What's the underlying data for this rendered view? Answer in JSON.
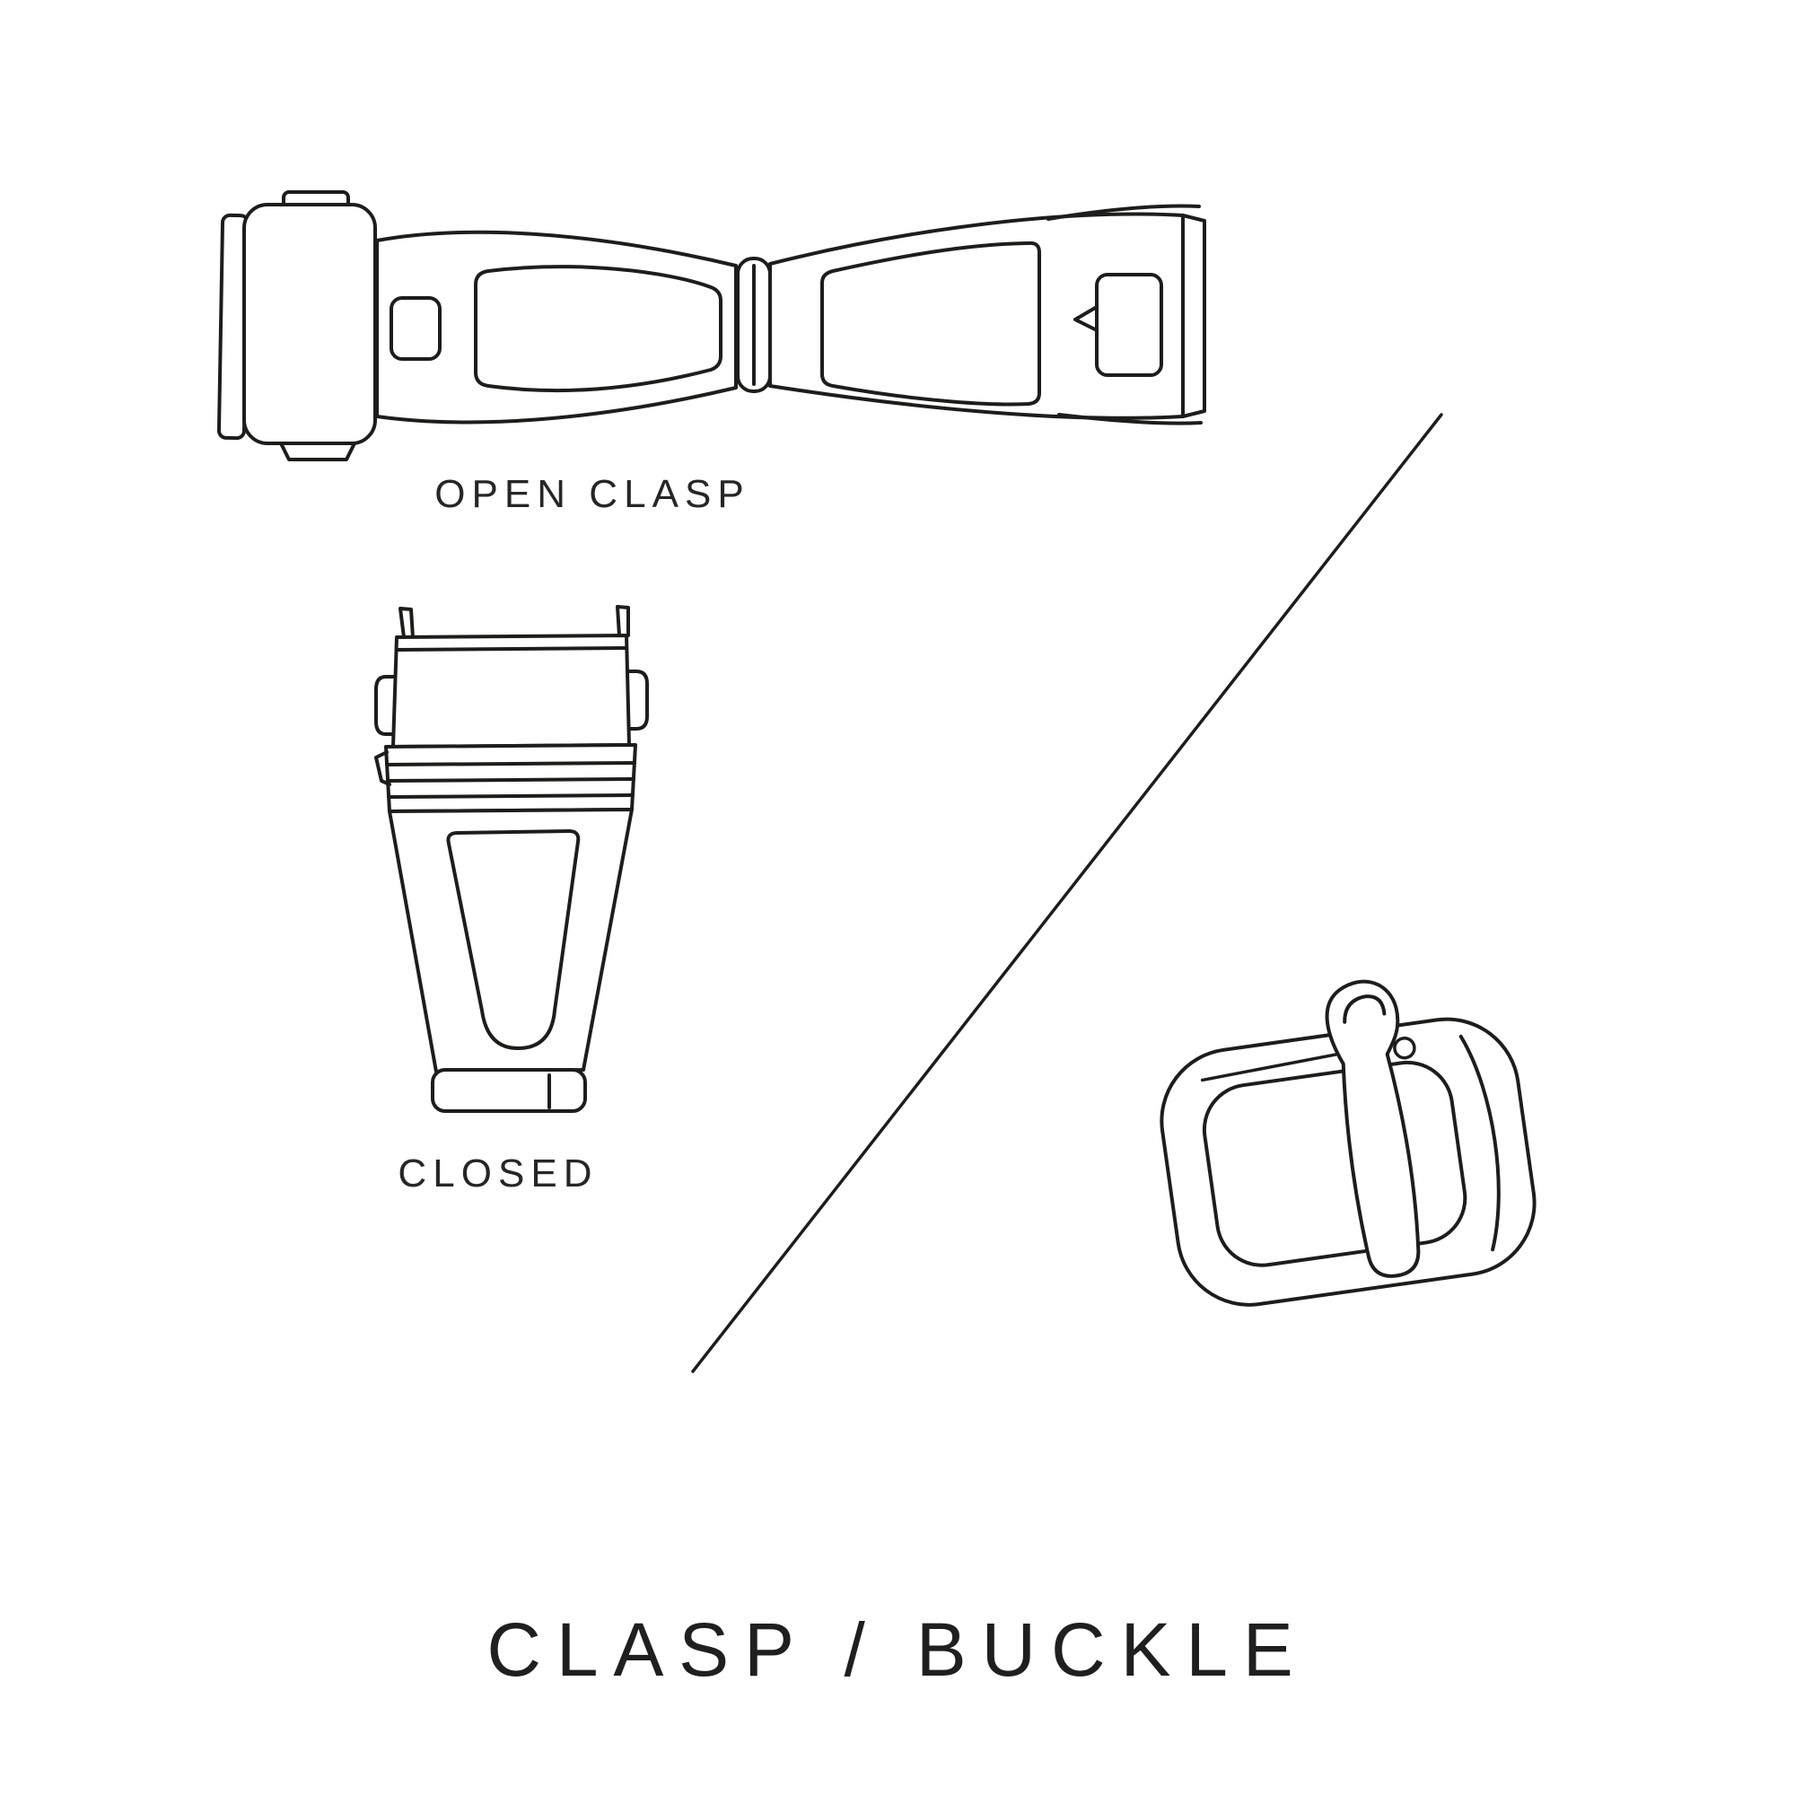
{
  "page": {
    "background": "#ffffff"
  },
  "diagram": {
    "title": "CLASP / BUCKLE",
    "colors": {
      "line": "#1d1d1b",
      "text": "#262626"
    },
    "sections": [
      {
        "id": "open-clasp",
        "label": "OPEN CLASP",
        "icon": "open-clasp-illustration"
      },
      {
        "id": "closed-clasp",
        "label": "CLOSED",
        "icon": "closed-clasp-illustration"
      },
      {
        "id": "pin-buckle",
        "label": "",
        "icon": "pin-buckle-illustration"
      }
    ],
    "divider": {
      "icon": "diagonal-divider-line"
    }
  }
}
